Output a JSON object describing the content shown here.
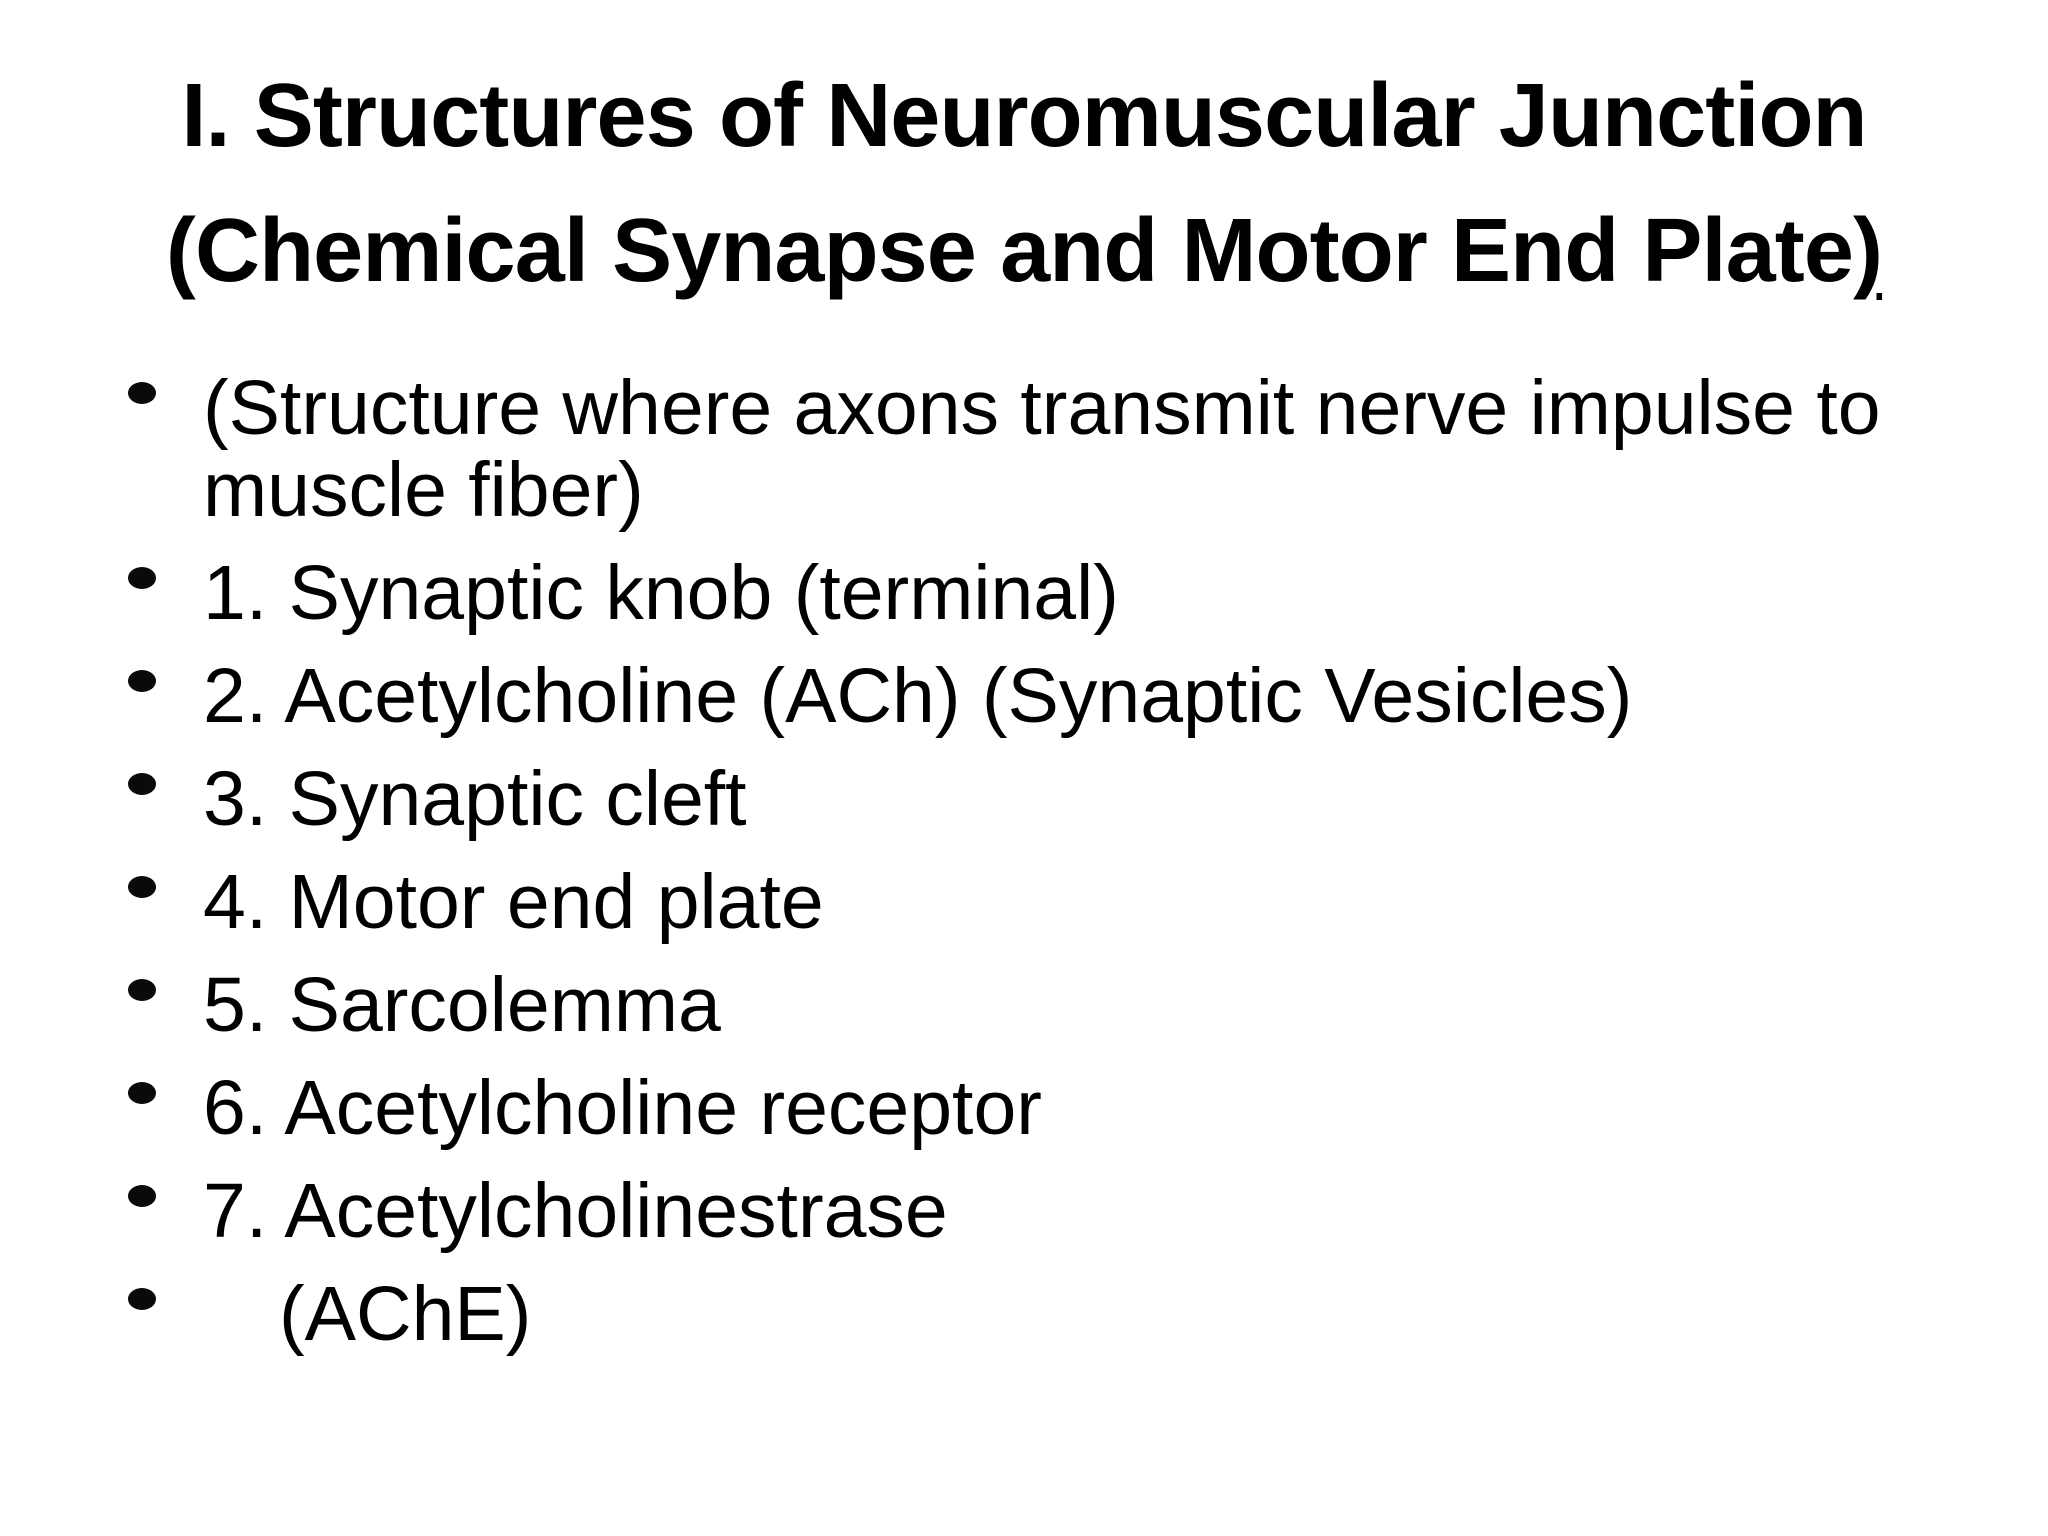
{
  "slide": {
    "background_color": "#ffffff",
    "text_color": "#000000",
    "title": {
      "line1": "I. Structures of Neuromuscular Junction",
      "line2_text": "(Chemical Synapse and Motor End Plate",
      "line2_underlined": ")"
    },
    "bullets": [
      {
        "text": "(Structure where axons transmit nerve impulse to muscle fiber)",
        "indent": false
      },
      {
        "text": "1. Synaptic knob (terminal)",
        "indent": false
      },
      {
        "text": "2. Acetylcholine (ACh) (Synaptic Vesicles)",
        "indent": false
      },
      {
        "text": "3. Synaptic cleft",
        "indent": false
      },
      {
        "text": "4. Motor end plate",
        "indent": false
      },
      {
        "text": "5. Sarcolemma",
        "indent": false
      },
      {
        "text": "6. Acetylcholine receptor",
        "indent": false
      },
      {
        "text": "7. Acetylcholinestrase",
        "indent": false
      },
      {
        "text": "(AChE)",
        "indent": true
      }
    ]
  }
}
